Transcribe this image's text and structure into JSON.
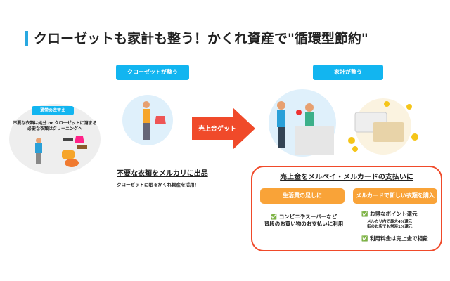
{
  "title": "クローゼットも家計も整う！かくれ資産で\"循環型節約\"",
  "left": {
    "label": "通常の衣替え",
    "line1": "不要な衣類は処分 or クローゼットに溜まる",
    "line2": "必要な衣類はクリーニングへ"
  },
  "closet": {
    "label": "クローゼットが整う",
    "heading": "不要な衣類をメルカリに出品",
    "sub": "クローゼットに眠るかくれ資産を活用！"
  },
  "arrow": {
    "label": "売上金ゲット"
  },
  "household": {
    "label": "家計が整う"
  },
  "payment": {
    "heading": "売上金をメルペイ・メルカードの支払いに",
    "left": {
      "button": "生活費の足しに",
      "check": "✅",
      "line1": "コンビニやスーパーなど",
      "line2": "普段のお買い物のお支払いに利用"
    },
    "right": {
      "button": "メルカードで新しい衣類を購入",
      "check": "✅",
      "point": "お得なポイント還元",
      "sub1": "メルカリ内で最大4%還元",
      "sub2": "街のお店でも常時1%還元",
      "offset": "利用料金は売上金で相殺"
    }
  },
  "colors": {
    "blue": "#12b5f0",
    "red": "#f04a2a",
    "orange": "#f9a338"
  }
}
